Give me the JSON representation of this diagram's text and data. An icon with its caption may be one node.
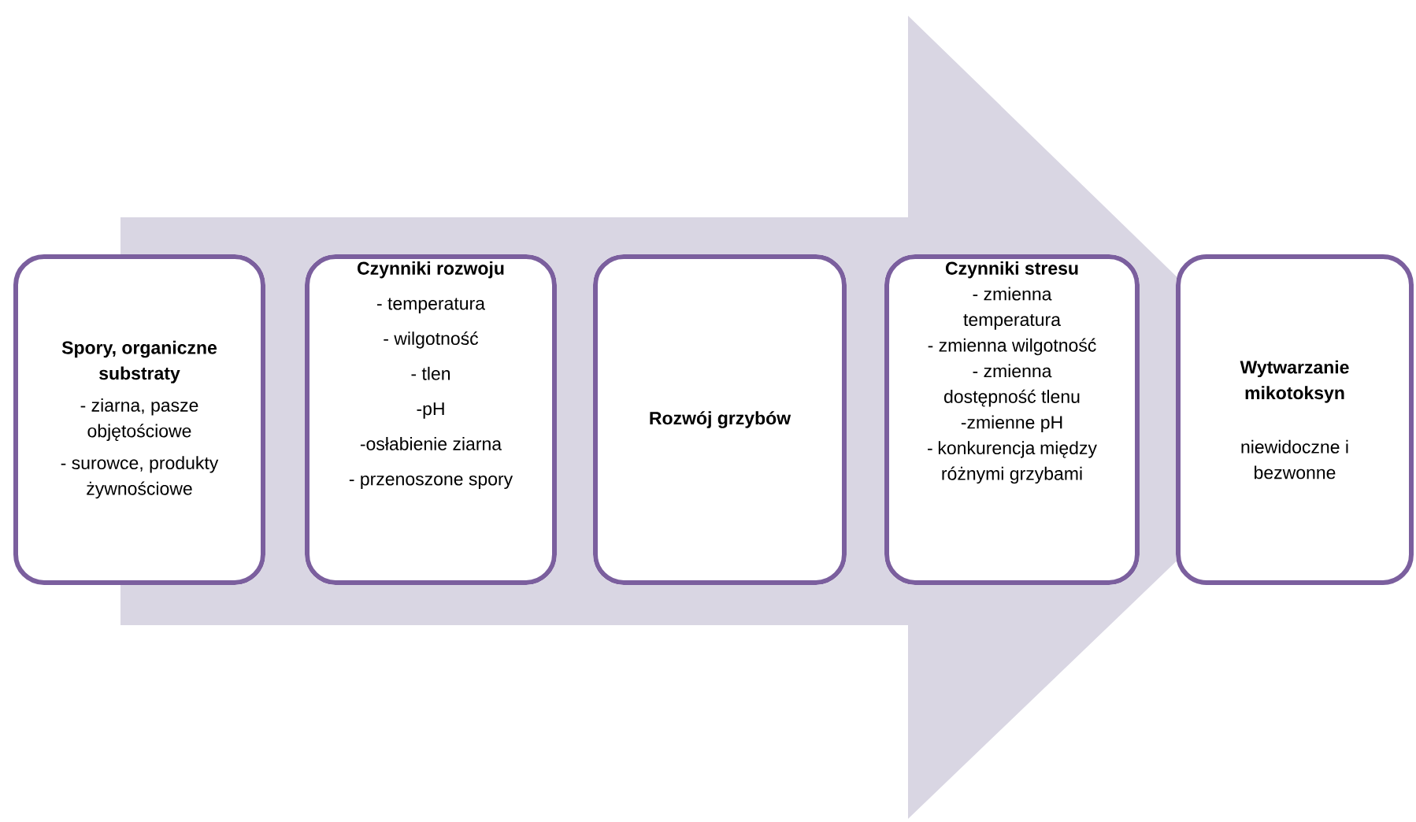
{
  "diagram": {
    "nodes": [
      {
        "text": [
          "Spory, organiczne substraty",
          "- ziarna, pasze objętościowe",
          "- surowce, produkty żywnościowe"
        ]
      },
      {
        "text": [
          "Czynniki rozwoju",
          "- temperatura",
          "- wilgotność",
          "- tlen",
          "-pH",
          "-osłabienie ziarna",
          "- przenoszone spory"
        ]
      },
      {
        "text": [
          "Rozwój grzybów"
        ]
      },
      {
        "text": [
          "Czynniki stresu",
          "- zmienna temperatura",
          "- zmienna wilgotność",
          "- zmienna dostępność tlenu",
          "-zmienne pH",
          "- konkurencja między różnymi grzybami"
        ]
      },
      {
        "text": [
          "Wytwarzanie mikotoksyn",
          "niewidoczne i bezwonne"
        ]
      }
    ],
    "edges": [
      {
        "from": 0,
        "to": 4,
        "arrow": "to"
      }
    ]
  }
}
